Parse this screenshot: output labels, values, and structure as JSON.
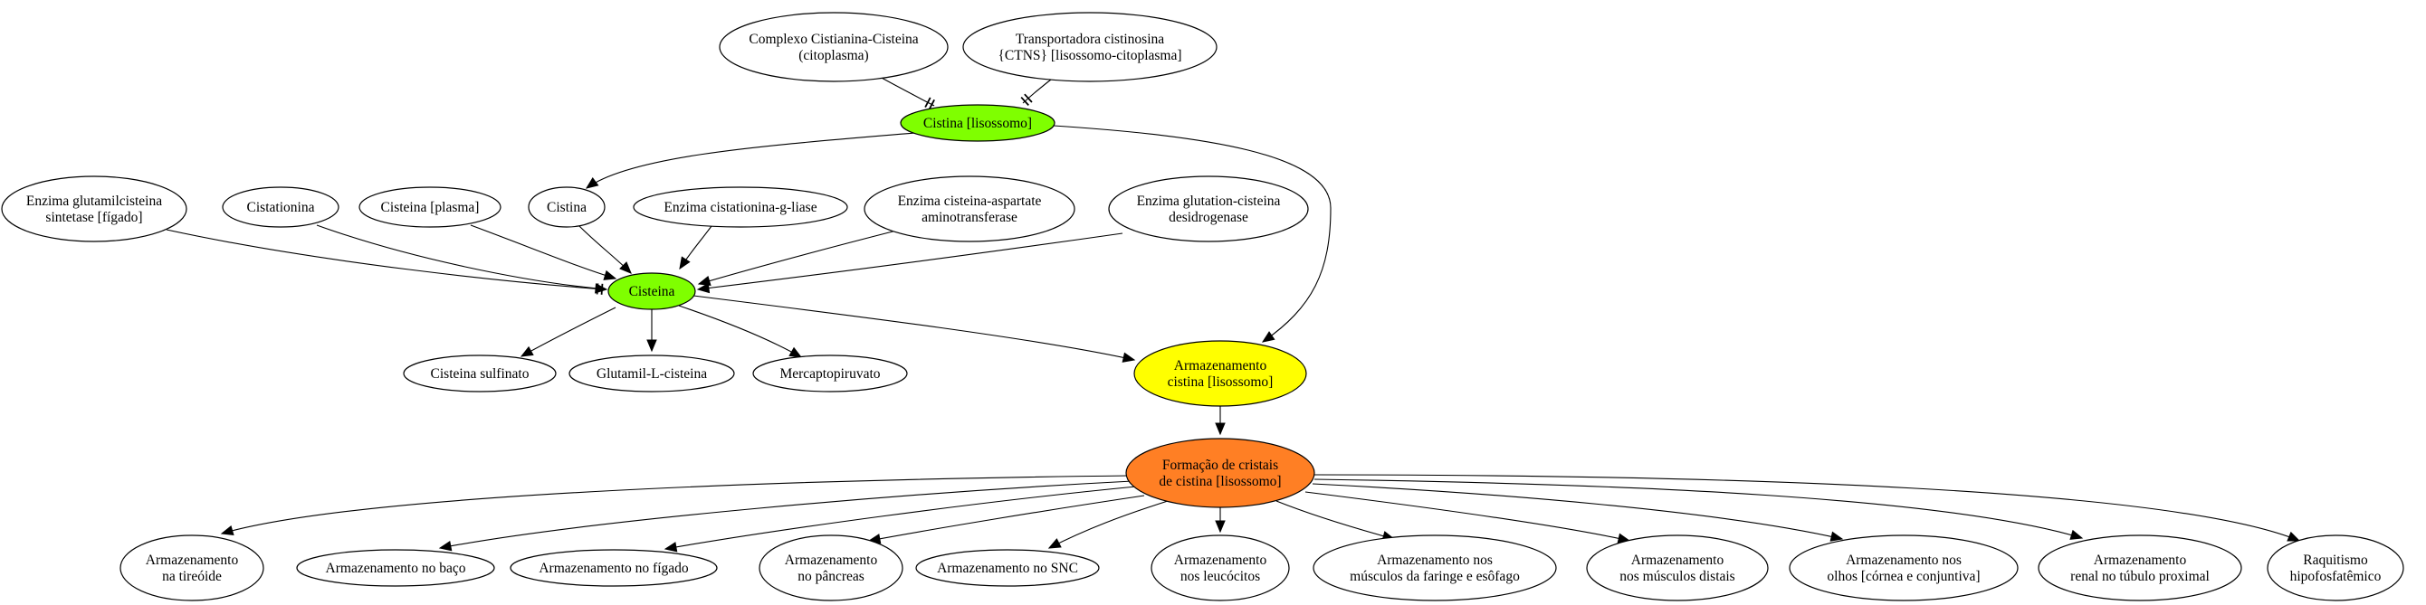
{
  "nodes": {
    "complexo": {
      "lines": [
        "Complexo Cistianina-Cisteina",
        "(citoplasma)"
      ],
      "fill": "#ffffff"
    },
    "transportadora": {
      "lines": [
        "Transportadora cistinosina",
        "{CTNS} [lisossomo-citoplasma]"
      ],
      "fill": "#ffffff"
    },
    "cistina_lis": {
      "lines": [
        "Cistina [lisossomo]"
      ],
      "fill": "#7fff00"
    },
    "enz_glutamil": {
      "lines": [
        "Enzima glutamilcisteina",
        "sintetase [fígado]"
      ],
      "fill": "#ffffff"
    },
    "cistationina": {
      "lines": [
        "Cistationina"
      ],
      "fill": "#ffffff"
    },
    "cisteina_plasma": {
      "lines": [
        "Cisteina [plasma]"
      ],
      "fill": "#ffffff"
    },
    "cistina": {
      "lines": [
        "Cistina"
      ],
      "fill": "#ffffff"
    },
    "enz_cistationina": {
      "lines": [
        "Enzima cistationina-g-liase"
      ],
      "fill": "#ffffff"
    },
    "enz_aspartate": {
      "lines": [
        "Enzima cisteina-aspartate",
        "aminotransferase"
      ],
      "fill": "#ffffff"
    },
    "enz_glutation": {
      "lines": [
        "Enzima glutation-cisteina",
        "desidrogenase"
      ],
      "fill": "#ffffff"
    },
    "cisteina": {
      "lines": [
        "Cisteina"
      ],
      "fill": "#7fff00"
    },
    "cisteina_sulfinato": {
      "lines": [
        "Cisteina sulfinato"
      ],
      "fill": "#ffffff"
    },
    "glutamil": {
      "lines": [
        "Glutamil-L-cisteina"
      ],
      "fill": "#ffffff"
    },
    "mercapto": {
      "lines": [
        "Mercaptopiruvato"
      ],
      "fill": "#ffffff"
    },
    "armazenamento": {
      "lines": [
        "Armazenamento",
        "cistina [lisossomo]"
      ],
      "fill": "#ffff00"
    },
    "formacao": {
      "lines": [
        "Formação de cristais",
        "de cistina [lisossomo]"
      ],
      "fill": "#ff7f24"
    },
    "tireoide": {
      "lines": [
        "Armazenamento",
        "na tireóide"
      ],
      "fill": "#ffffff"
    },
    "baco": {
      "lines": [
        "Armazenamento no baço"
      ],
      "fill": "#ffffff"
    },
    "figado": {
      "lines": [
        "Armazenamento no fígado"
      ],
      "fill": "#ffffff"
    },
    "pancreas": {
      "lines": [
        "Armazenamento",
        "no pâncreas"
      ],
      "fill": "#ffffff"
    },
    "snc": {
      "lines": [
        "Armazenamento no SNC"
      ],
      "fill": "#ffffff"
    },
    "leucocitos": {
      "lines": [
        "Armazenamento",
        "nos leucócitos"
      ],
      "fill": "#ffffff"
    },
    "faringe": {
      "lines": [
        "Armazenamento nos",
        "músculos da faringe e esôfago"
      ],
      "fill": "#ffffff"
    },
    "distais": {
      "lines": [
        "Armazenamento",
        "nos músculos distais"
      ],
      "fill": "#ffffff"
    },
    "olhos": {
      "lines": [
        "Armazenamento nos",
        "olhos [córnea e conjuntiva]"
      ],
      "fill": "#ffffff"
    },
    "renal": {
      "lines": [
        "Armazenamento",
        "renal no túbulo proximal"
      ],
      "fill": "#ffffff"
    },
    "raquitismo": {
      "lines": [
        "Raquitismo",
        "hipofosfatêmico"
      ],
      "fill": "#ffffff"
    }
  },
  "edges": [
    {
      "from": "complexo",
      "to": "cistina_lis",
      "head": "tee"
    },
    {
      "from": "transportadora",
      "to": "cistina_lis",
      "head": "tee"
    },
    {
      "from": "cistina_lis",
      "to": "cistina",
      "head": "normal"
    },
    {
      "from": "cistina_lis",
      "to": "armazenamento",
      "head": "normal"
    },
    {
      "from": "enz_glutamil",
      "to": "cisteina",
      "head": "tee"
    },
    {
      "from": "cistationina",
      "to": "cisteina",
      "head": "normal"
    },
    {
      "from": "cisteina_plasma",
      "to": "cisteina",
      "head": "normal"
    },
    {
      "from": "cistina",
      "to": "cisteina",
      "head": "normal"
    },
    {
      "from": "enz_cistationina",
      "to": "cisteina",
      "head": "normal"
    },
    {
      "from": "enz_aspartate",
      "to": "cisteina",
      "head": "normal"
    },
    {
      "from": "enz_glutation",
      "to": "cisteina",
      "head": "normal"
    },
    {
      "from": "cisteina",
      "to": "cisteina_sulfinato",
      "head": "normal"
    },
    {
      "from": "cisteina",
      "to": "glutamil",
      "head": "normal"
    },
    {
      "from": "cisteina",
      "to": "mercapto",
      "head": "normal"
    },
    {
      "from": "cisteina",
      "to": "armazenamento",
      "head": "normal"
    },
    {
      "from": "armazenamento",
      "to": "formacao",
      "head": "normal"
    },
    {
      "from": "formacao",
      "to": "tireoide",
      "head": "normal"
    },
    {
      "from": "formacao",
      "to": "baco",
      "head": "normal"
    },
    {
      "from": "formacao",
      "to": "figado",
      "head": "normal"
    },
    {
      "from": "formacao",
      "to": "pancreas",
      "head": "normal"
    },
    {
      "from": "formacao",
      "to": "snc",
      "head": "normal"
    },
    {
      "from": "formacao",
      "to": "leucocitos",
      "head": "normal"
    },
    {
      "from": "formacao",
      "to": "faringe",
      "head": "normal"
    },
    {
      "from": "formacao",
      "to": "distais",
      "head": "normal"
    },
    {
      "from": "formacao",
      "to": "olhos",
      "head": "normal"
    },
    {
      "from": "formacao",
      "to": "renal",
      "head": "normal"
    },
    {
      "from": "formacao",
      "to": "raquitismo",
      "head": "normal"
    }
  ]
}
